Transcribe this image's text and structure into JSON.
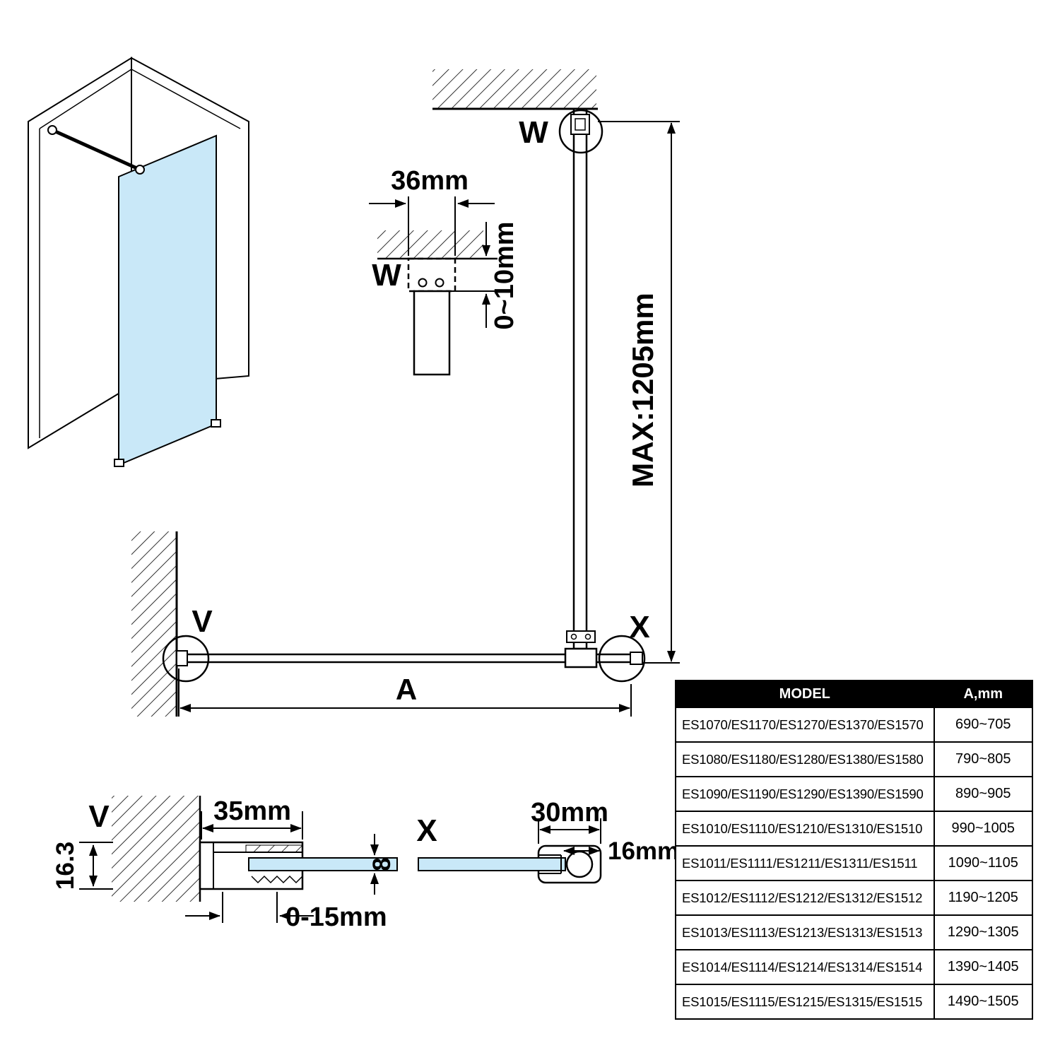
{
  "colors": {
    "glass": "#c9e8f8",
    "line": "#000000",
    "table_header_bg": "#000000",
    "table_header_text": "#ffffff"
  },
  "labels": {
    "w_main": "W",
    "w_detail": "W",
    "v_main": "V",
    "v_detail": "V",
    "x_main": "X",
    "x_detail": "X",
    "a_dim": "A"
  },
  "dims": {
    "bracket_width": "36mm",
    "ceiling_gap": "0~10mm",
    "max_height": "MAX:1205mm",
    "profile_offset": "16.3",
    "profile_width": "35mm",
    "adjust_range": "0-15mm",
    "glass_thickness": "8",
    "clamp_width": "30mm",
    "clamp_depth": "16mm"
  },
  "table": {
    "headers": [
      "MODEL",
      "A,mm"
    ],
    "rows": [
      {
        "model": "ES1070/ES1170/ES1270/ES1370/ES1570",
        "a_mm": "690~705"
      },
      {
        "model": "ES1080/ES1180/ES1280/ES1380/ES1580",
        "a_mm": "790~805"
      },
      {
        "model": "ES1090/ES1190/ES1290/ES1390/ES1590",
        "a_mm": "890~905"
      },
      {
        "model": "ES1010/ES1110/ES1210/ES1310/ES1510",
        "a_mm": "990~1005"
      },
      {
        "model": "ES1011/ES1111/ES1211/ES1311/ES1511",
        "a_mm": "1090~1105"
      },
      {
        "model": "ES1012/ES1112/ES1212/ES1312/ES1512",
        "a_mm": "1190~1205"
      },
      {
        "model": "ES1013/ES1113/ES1213/ES1313/ES1513",
        "a_mm": "1290~1305"
      },
      {
        "model": "ES1014/ES1114/ES1214/ES1314/ES1514",
        "a_mm": "1390~1405"
      },
      {
        "model": "ES1015/ES1115/ES1215/ES1315/ES1515",
        "a_mm": "1490~1505"
      }
    ]
  }
}
